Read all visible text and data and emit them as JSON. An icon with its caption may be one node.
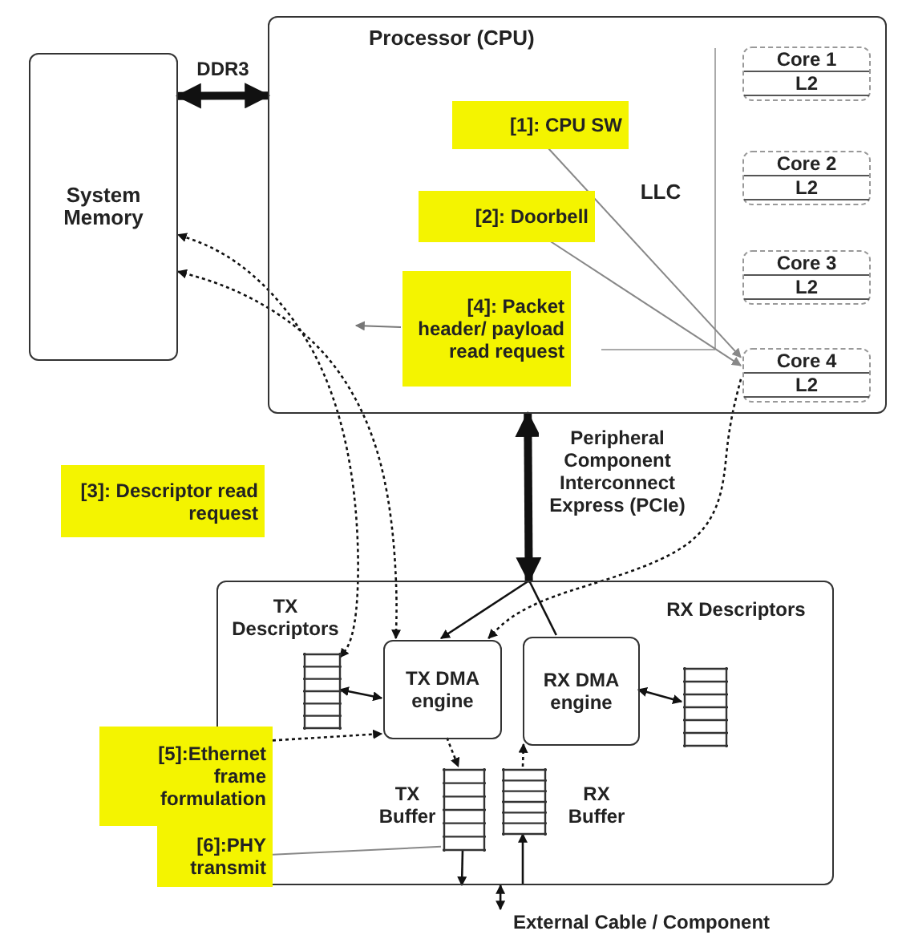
{
  "diagram": {
    "nodes": [
      {
        "text": [
          "System Memory"
        ]
      },
      {
        "text": [
          "Processor (CPU)"
        ]
      },
      {
        "text": [
          "[1]: CPU SW"
        ],
        "in": 1
      },
      {
        "text": [
          "Core 1",
          "L2"
        ],
        "in": 1
      },
      {
        "text": [
          "[2]: Doorbell"
        ],
        "in": 1
      },
      {
        "text": [
          "Core 2",
          "L2"
        ],
        "in": 1
      },
      {
        "text": [
          "Core 3",
          "L2"
        ],
        "in": 1
      },
      {
        "text": [
          "[4]: Packet header/ payload read request"
        ],
        "in": 1
      },
      {
        "text": [
          "Core 4",
          "L2"
        ],
        "in": 1
      },
      {
        "text": [
          "[3]: Descriptor read request"
        ]
      },
      {
        "text": [],
        "shape": "box"
      },
      {
        "text": [],
        "shape": "stack",
        "in": 10,
        "beside": [
          "TX Descriptors"
        ]
      },
      {
        "text": [
          "TX DMA engine"
        ],
        "in": 10
      },
      {
        "text": [
          "RX DMA engine"
        ],
        "in": 10
      },
      {
        "text": [],
        "shape": "stack",
        "in": 10,
        "beside": [
          "RX Descriptors"
        ]
      },
      {
        "text": [
          "[5]:Ethernet frame formulation"
        ]
      },
      {
        "text": [],
        "shape": "stack",
        "in": 10,
        "beside": [
          "TX Buffer"
        ]
      },
      {
        "text": [],
        "shape": "stack",
        "in": 10,
        "beside": [
          "RX Buffer"
        ]
      },
      {
        "text": [
          "[6]:PHY transmit"
        ]
      },
      {
        "text": [
          "External Cable / Component"
        ]
      }
    ],
    "edges": [
      {
        "from": 0,
        "to": 1,
        "arrow": "both",
        "style": "thick",
        "label": "DDR3"
      },
      {
        "from": 1,
        "to": 10,
        "arrow": "both",
        "style": "thick",
        "label": "Peripheral Component Interconnect Express (PCIe)"
      },
      {
        "from": null,
        "to": 12,
        "arrow": "to"
      },
      {
        "from": null,
        "to": 13,
        "arrow": "none"
      },
      {
        "from": 11,
        "to": 0,
        "arrow": "both",
        "style": "dashed"
      },
      {
        "from": 12,
        "to": 0,
        "arrow": "both",
        "style": "dashed"
      },
      {
        "from": 7,
        "to": null,
        "arrow": "to",
        "color": "#777777"
      },
      {
        "from": 2,
        "to": 8,
        "arrow": "to",
        "color": "#888888"
      },
      {
        "from": 4,
        "to": 8,
        "arrow": "to",
        "color": "#888888"
      },
      {
        "from": 8,
        "to": 12,
        "arrow": "to",
        "style": "dashed"
      },
      {
        "from": 11,
        "to": 12,
        "arrow": "both"
      },
      {
        "from": 13,
        "to": 14,
        "arrow": "both"
      },
      {
        "from": 12,
        "to": 16,
        "arrow": "to",
        "style": "dashed"
      },
      {
        "from": 17,
        "to": 13,
        "arrow": "to",
        "style": "dashed"
      },
      {
        "from": 15,
        "to": 12,
        "arrow": "to",
        "style": "dashed"
      },
      {
        "from": 18,
        "to": 16,
        "arrow": "none",
        "color": "#888888"
      },
      {
        "from": 16,
        "to": null,
        "arrow": "to"
      },
      {
        "from": null,
        "to": 17,
        "arrow": "to"
      },
      {
        "from": 10,
        "to": 19,
        "arrow": "both"
      }
    ],
    "labels": [
      "LLC"
    ]
  }
}
